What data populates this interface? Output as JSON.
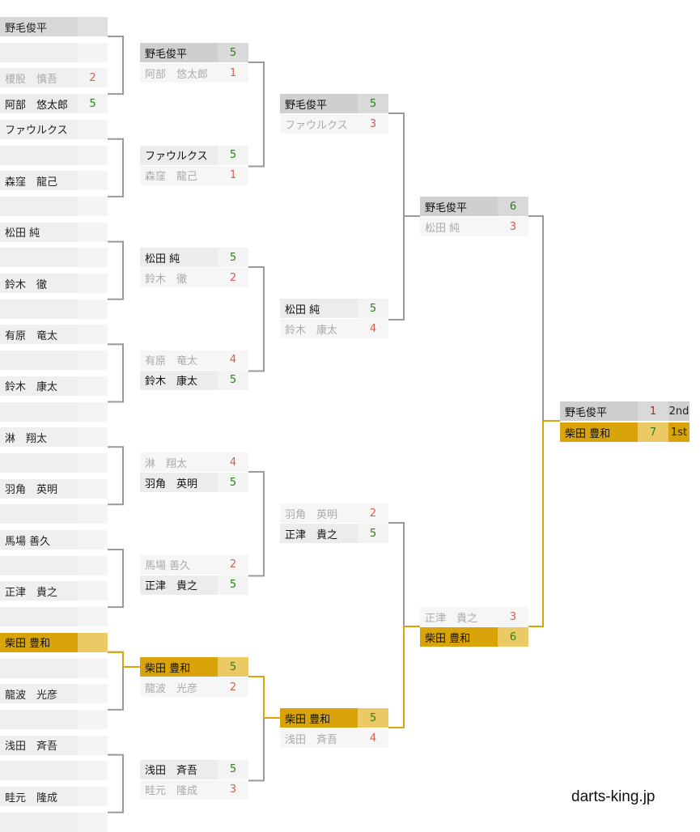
{
  "site": "darts-king.jp",
  "colors": {
    "gold": "#d8a40a",
    "gold_light": "#ebca66",
    "silver": "#cfcfcf",
    "win": "#2e7d1e",
    "lose": "#d0605a",
    "line": "#999999"
  },
  "round1": [
    {
      "name": "野毛俊平",
      "score": "",
      "top": true
    },
    {
      "name": "",
      "score": ""
    },
    {
      "name": "榎股　慎吾",
      "score": "2",
      "result": "lose"
    },
    {
      "name": "阿部　悠太郎",
      "score": "5",
      "result": "win"
    },
    {
      "name": "ファウルクス",
      "score": ""
    },
    {
      "name": "",
      "score": ""
    },
    {
      "name": "森窪　龍己",
      "score": ""
    },
    {
      "name": "",
      "score": ""
    },
    {
      "name": "松田 純",
      "score": ""
    },
    {
      "name": "",
      "score": ""
    },
    {
      "name": "鈴木　徹",
      "score": ""
    },
    {
      "name": "",
      "score": ""
    },
    {
      "name": "有原　竜太",
      "score": ""
    },
    {
      "name": "",
      "score": ""
    },
    {
      "name": "鈴木　康太",
      "score": ""
    },
    {
      "name": "",
      "score": ""
    },
    {
      "name": "淋　翔太",
      "score": ""
    },
    {
      "name": "",
      "score": ""
    },
    {
      "name": "羽角　英明",
      "score": ""
    },
    {
      "name": "",
      "score": ""
    },
    {
      "name": "馬場 善久",
      "score": ""
    },
    {
      "name": "",
      "score": ""
    },
    {
      "name": "正津　貴之",
      "score": ""
    },
    {
      "name": "",
      "score": ""
    },
    {
      "name": "柴田 豊和",
      "score": "",
      "gold": true
    },
    {
      "name": "",
      "score": ""
    },
    {
      "name": "龍波　光彦",
      "score": ""
    },
    {
      "name": "",
      "score": ""
    },
    {
      "name": "浅田　斉吾",
      "score": ""
    },
    {
      "name": "",
      "score": ""
    },
    {
      "name": "畦元　隆成",
      "score": ""
    },
    {
      "name": "",
      "score": ""
    }
  ],
  "round2": [
    {
      "a": {
        "name": "野毛俊平",
        "score": "5",
        "style": "silver"
      },
      "b": {
        "name": "阿部　悠太郎",
        "score": "1",
        "style": "loser"
      }
    },
    {
      "a": {
        "name": "ファウルクス",
        "score": "5",
        "style": "winner"
      },
      "b": {
        "name": "森窪　龍己",
        "score": "1",
        "style": "loser"
      }
    },
    {
      "a": {
        "name": "松田 純",
        "score": "5",
        "style": "winner"
      },
      "b": {
        "name": "鈴木　徹",
        "score": "2",
        "style": "loser"
      }
    },
    {
      "a": {
        "name": "有原　竜太",
        "score": "4",
        "style": "loser"
      },
      "b": {
        "name": "鈴木　康太",
        "score": "5",
        "style": "winner"
      }
    },
    {
      "a": {
        "name": "淋　翔太",
        "score": "4",
        "style": "loser"
      },
      "b": {
        "name": "羽角　英明",
        "score": "5",
        "style": "winner"
      }
    },
    {
      "a": {
        "name": "馬場 善久",
        "score": "2",
        "style": "loser"
      },
      "b": {
        "name": "正津　貴之",
        "score": "5",
        "style": "winner"
      }
    },
    {
      "a": {
        "name": "柴田 豊和",
        "score": "5",
        "style": "gold"
      },
      "b": {
        "name": "龍波　光彦",
        "score": "2",
        "style": "loser"
      }
    },
    {
      "a": {
        "name": "浅田　斉吾",
        "score": "5",
        "style": "winner"
      },
      "b": {
        "name": "畦元　隆成",
        "score": "3",
        "style": "loser"
      }
    }
  ],
  "round3": [
    {
      "a": {
        "name": "野毛俊平",
        "score": "5",
        "style": "silver"
      },
      "b": {
        "name": "ファウルクス",
        "score": "3",
        "style": "loser"
      }
    },
    {
      "a": {
        "name": "松田 純",
        "score": "5",
        "style": "winner"
      },
      "b": {
        "name": "鈴木　康太",
        "score": "4",
        "style": "loser"
      }
    },
    {
      "a": {
        "name": "羽角　英明",
        "score": "2",
        "style": "loser"
      },
      "b": {
        "name": "正津　貴之",
        "score": "5",
        "style": "winner"
      }
    },
    {
      "a": {
        "name": "柴田 豊和",
        "score": "5",
        "style": "gold"
      },
      "b": {
        "name": "浅田　斉吾",
        "score": "4",
        "style": "loser"
      }
    }
  ],
  "round4": [
    {
      "a": {
        "name": "野毛俊平",
        "score": "6",
        "style": "silver"
      },
      "b": {
        "name": "松田 純",
        "score": "3",
        "style": "loser"
      }
    },
    {
      "a": {
        "name": "正津　貴之",
        "score": "3",
        "style": "loser"
      },
      "b": {
        "name": "柴田 豊和",
        "score": "6",
        "style": "gold"
      }
    }
  ],
  "final": {
    "a": {
      "name": "野毛俊平",
      "score": "1",
      "place": "2nd",
      "style": "silver"
    },
    "b": {
      "name": "柴田 豊和",
      "score": "7",
      "place": "1st",
      "style": "gold"
    }
  }
}
